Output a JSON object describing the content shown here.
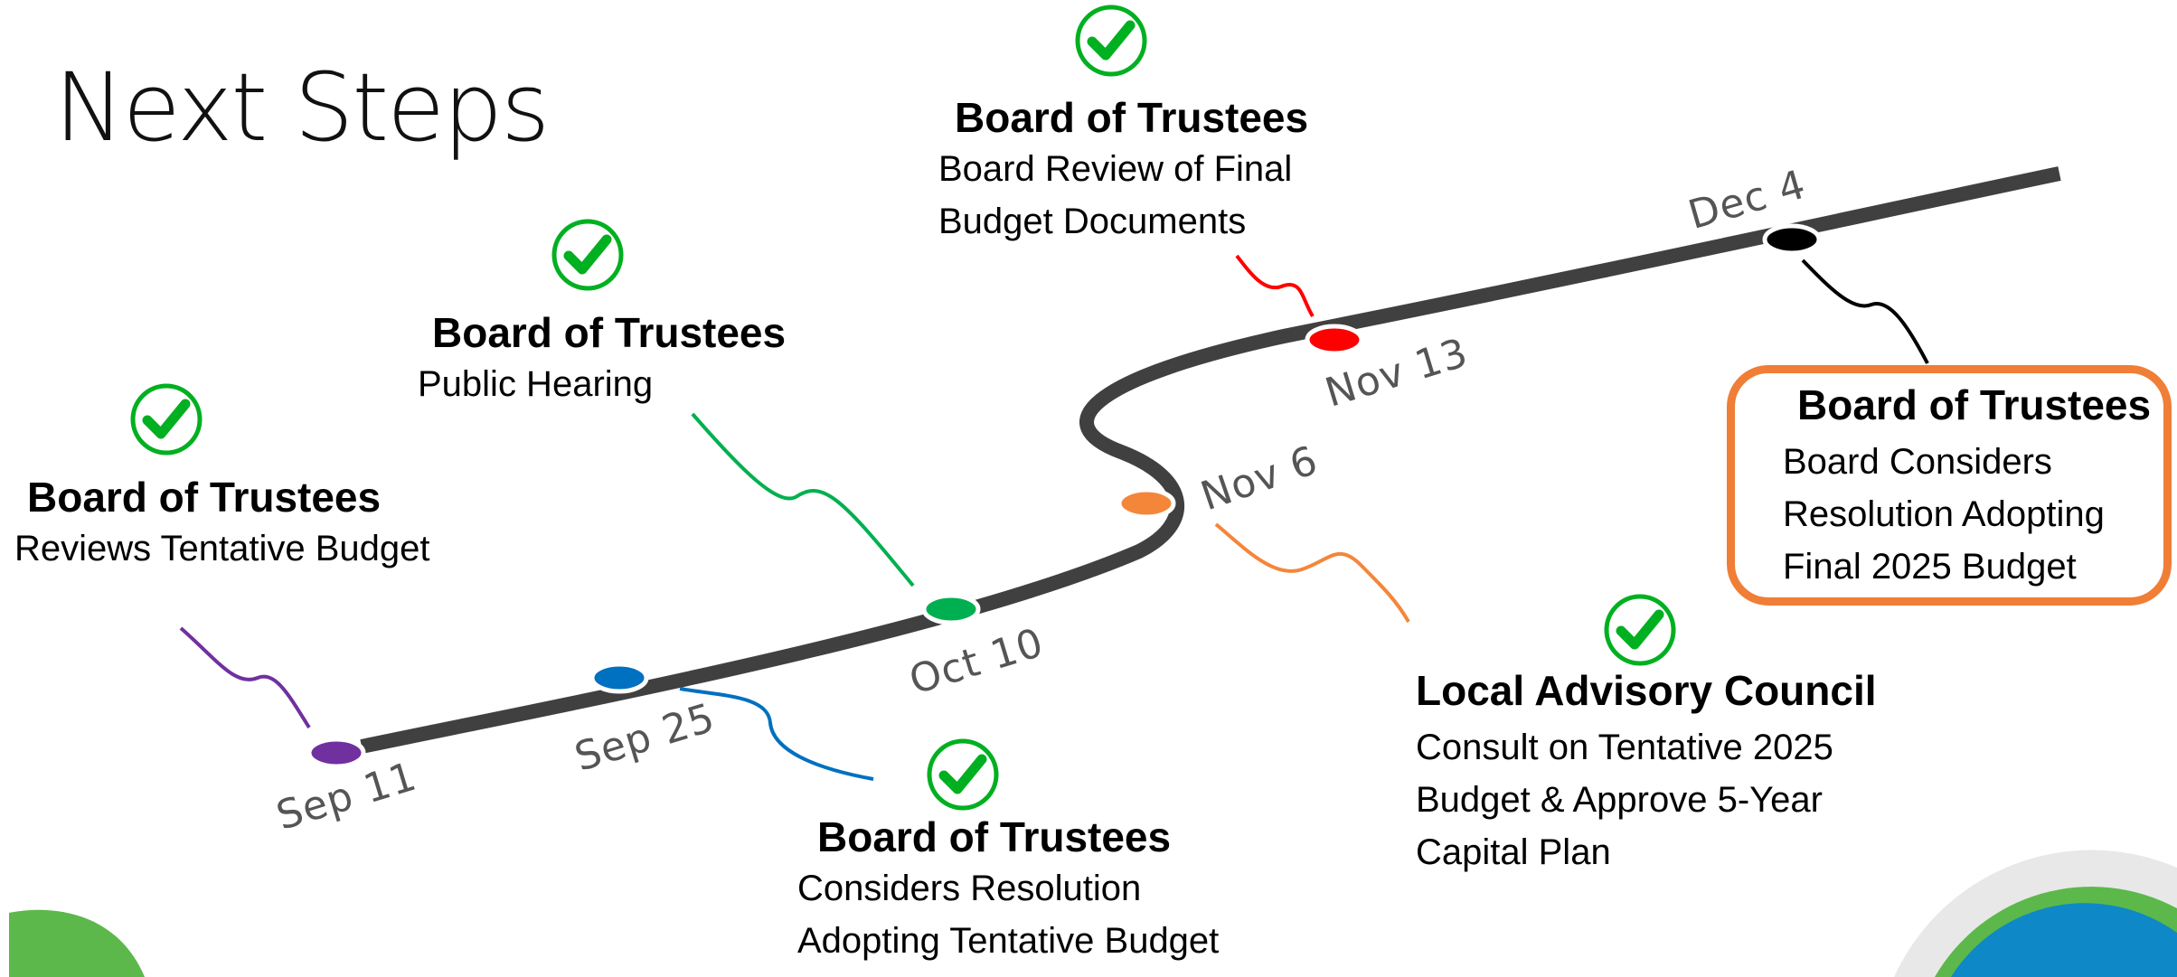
{
  "title": "Next Steps",
  "colors": {
    "sep11": "#7030a0",
    "sep25": "#0070c0",
    "oct10": "#00b050",
    "nov6": "#f4863a",
    "nov13": "#ff0000",
    "dec4": "#000000",
    "check": "#00b020",
    "road": "#404040",
    "highlight_box": "#f07e36"
  },
  "events": [
    {
      "date": "Sep 11",
      "heading": "Board of Trustees",
      "lines": [
        "Reviews Tentative Budget"
      ],
      "completed": true
    },
    {
      "date": "Sep 25",
      "heading": "Board of Trustees",
      "lines": [
        "Considers Resolution",
        "Adopting Tentative Budget"
      ],
      "completed": true
    },
    {
      "date": "Oct 10",
      "heading": "Board of Trustees",
      "lines": [
        "Public Hearing"
      ],
      "completed": true
    },
    {
      "date": "Nov 6",
      "heading": "Local Advisory Council",
      "lines": [
        "Consult on Tentative 2025",
        "Budget & Approve 5-Year",
        "Capital Plan"
      ],
      "completed": true
    },
    {
      "date": "Nov 13",
      "heading": "Board of Trustees",
      "lines": [
        "Board Review of Final",
        "Budget Documents"
      ],
      "completed": true
    },
    {
      "date": "Dec 4",
      "heading": "Board of Trustees",
      "lines": [
        "Board Considers",
        "Resolution Adopting",
        "Final 2025 Budget"
      ],
      "completed": false
    }
  ]
}
